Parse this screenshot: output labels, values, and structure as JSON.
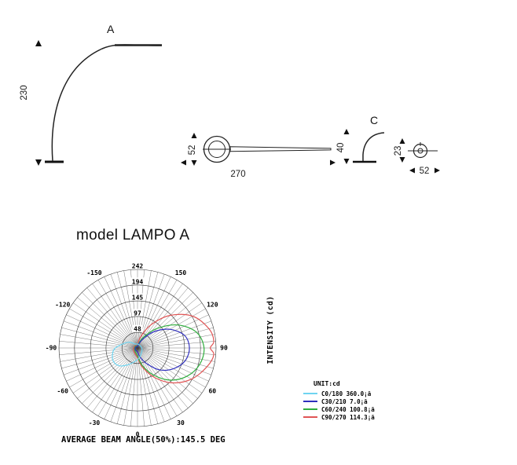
{
  "drawing_a": {
    "label": "A",
    "dim_height": "230"
  },
  "drawing_top": {
    "dim_height": "52",
    "dim_length": "270"
  },
  "drawing_c": {
    "label": "C",
    "dim_height": "40"
  },
  "clamp": {
    "dim_height": "23",
    "dim_width": "52"
  },
  "chart": {
    "title": "model LAMPO A",
    "axis_label": "INTENSITY (cd)",
    "unit": "UNIT:cd",
    "footer": "AVERAGE BEAM ANGLE(50%):145.5 DEG"
  },
  "chart_data": {
    "type": "polar",
    "title": "model LAMPO A",
    "units": "cd",
    "max_radius": 242,
    "radial_ticks": [
      48,
      97,
      145,
      194,
      242
    ],
    "angle_labels": [
      -150,
      -120,
      -90,
      -60,
      -30,
      0,
      30,
      60,
      90,
      120,
      150
    ],
    "spoke_step_deg": 5,
    "average_beam_angle_50pct_deg": 145.5,
    "series": [
      {
        "name": "C0/180",
        "legend": "C0/180 360.0¡ã",
        "color": "#6fd4f0",
        "points": [
          [
            -180,
            12
          ],
          [
            -150,
            14
          ],
          [
            -120,
            35
          ],
          [
            -90,
            68
          ],
          [
            -75,
            80
          ],
          [
            -60,
            85
          ],
          [
            -45,
            78
          ],
          [
            -30,
            60
          ],
          [
            -15,
            45
          ],
          [
            0,
            36
          ],
          [
            15,
            28
          ],
          [
            30,
            22
          ],
          [
            60,
            16
          ],
          [
            90,
            13
          ],
          [
            120,
            11
          ],
          [
            150,
            11
          ]
        ]
      },
      {
        "name": "C30/210",
        "legend": "C30/210 7.0¡ã",
        "color": "#2f2fbe",
        "points": [
          [
            -180,
            5
          ],
          [
            -150,
            5
          ],
          [
            -120,
            6
          ],
          [
            -90,
            7
          ],
          [
            -60,
            8
          ],
          [
            -30,
            9
          ],
          [
            0,
            12
          ],
          [
            15,
            28
          ],
          [
            30,
            55
          ],
          [
            45,
            95
          ],
          [
            60,
            128
          ],
          [
            75,
            152
          ],
          [
            90,
            160
          ],
          [
            105,
            150
          ],
          [
            120,
            115
          ],
          [
            135,
            70
          ],
          [
            150,
            30
          ],
          [
            165,
            10
          ]
        ]
      },
      {
        "name": "C60/240",
        "legend": "C60/240 100.8¡ã",
        "color": "#2fae3e",
        "points": [
          [
            -180,
            6
          ],
          [
            -150,
            7
          ],
          [
            -120,
            8
          ],
          [
            -90,
            9
          ],
          [
            -60,
            10
          ],
          [
            -30,
            14
          ],
          [
            0,
            24
          ],
          [
            15,
            55
          ],
          [
            30,
            95
          ],
          [
            45,
            140
          ],
          [
            60,
            175
          ],
          [
            75,
            198
          ],
          [
            90,
            205
          ],
          [
            105,
            188
          ],
          [
            120,
            142
          ],
          [
            135,
            85
          ],
          [
            150,
            40
          ],
          [
            165,
            14
          ]
        ]
      },
      {
        "name": "C90/270",
        "legend": "C90/270 114.3¡ã",
        "color": "#e05555",
        "points": [
          [
            -180,
            8
          ],
          [
            -150,
            9
          ],
          [
            -120,
            10
          ],
          [
            -90,
            12
          ],
          [
            -60,
            14
          ],
          [
            -30,
            18
          ],
          [
            0,
            30
          ],
          [
            15,
            62
          ],
          [
            30,
            105
          ],
          [
            45,
            152
          ],
          [
            60,
            192
          ],
          [
            75,
            222
          ],
          [
            85,
            236
          ],
          [
            90,
            224
          ],
          [
            95,
            236
          ],
          [
            105,
            228
          ],
          [
            120,
            196
          ],
          [
            135,
            142
          ],
          [
            150,
            82
          ],
          [
            165,
            34
          ]
        ]
      }
    ]
  }
}
